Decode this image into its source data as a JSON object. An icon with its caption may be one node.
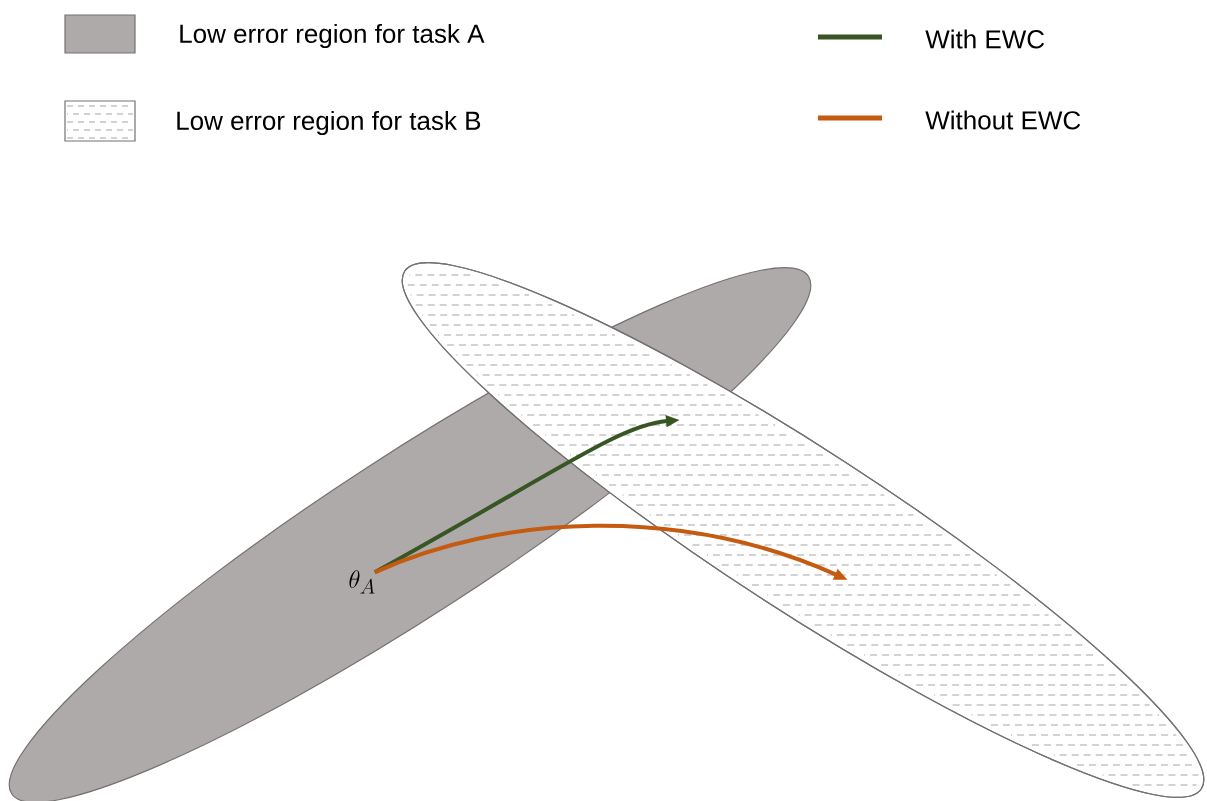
{
  "diagram": {
    "nodes": [
      {
        "text": [],
        "shape": "ellipse"
      },
      {
        "text": [],
        "shape": "ellipse"
      },
      {
        "text": [
          "\\theta_A"
        ],
        "in": 0
      }
    ],
    "edges": [
      {
        "from": 2,
        "to": 1,
        "arrow": "to",
        "color": "#375623"
      },
      {
        "from": 2,
        "to": 1,
        "arrow": "to",
        "color": "#c55a11"
      }
    ],
    "legend": [
      {
        "text": "Low error region for task A",
        "color": "#aeaaaa"
      },
      {
        "text": "Low error region for task B"
      },
      {
        "text": "With EWC"
      },
      {
        "text": "Without EWC"
      }
    ]
  }
}
